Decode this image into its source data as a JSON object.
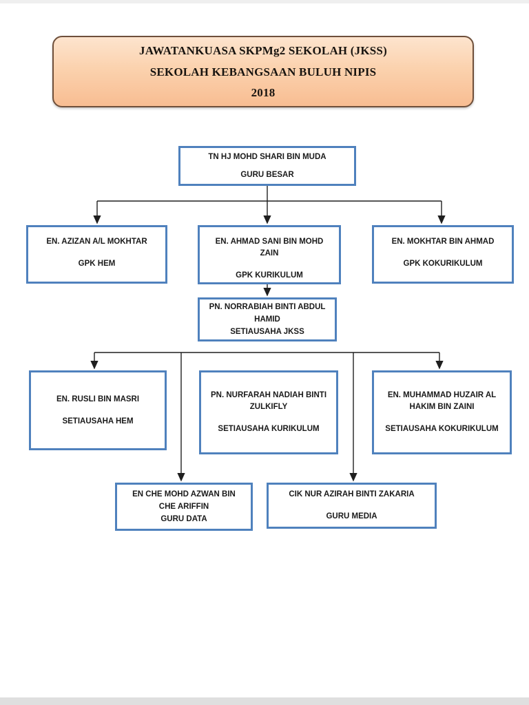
{
  "title": {
    "lines": [
      "JAWATANKUASA SKPMg2 SEKOLAH (JKSS)",
      "SEKOLAH KEBANGSAAN BULUH NIPIS",
      "2018"
    ]
  },
  "org": {
    "nodes": [
      {
        "name": "TN HJ MOHD SHARI BIN MUDA",
        "role": "GURU BESAR"
      },
      {
        "name": "EN. AZIZAN A/L MOKHTAR",
        "role": "GPK HEM"
      },
      {
        "name": "EN. AHMAD SANI BIN MOHD ZAIN",
        "role": "GPK KURIKULUM"
      },
      {
        "name": "EN. MOKHTAR BIN AHMAD",
        "role": "GPK KOKURIKULUM"
      },
      {
        "name": "PN. NORRABIAH BINTI ABDUL HAMID",
        "role": "SETIAUSAHA JKSS"
      },
      {
        "name": "EN. RUSLI BIN MASRI",
        "role": "SETIAUSAHA HEM"
      },
      {
        "name": "PN. NURFARAH NADIAH BINTI ZULKIFLY",
        "role": "SETIAUSAHA KURIKULUM"
      },
      {
        "name": "EN. MUHAMMAD HUZAIR AL HAKIM BIN ZAINI",
        "role": "SETIAUSAHA KOKURIKULUM"
      },
      {
        "name": "EN CHE MOHD AZWAN BIN CHE ARIFFIN",
        "role": "GURU DATA"
      },
      {
        "name": "CIK NUR AZIRAH BINTI ZAKARIA",
        "role": "GURU MEDIA"
      }
    ]
  },
  "colors": {
    "node_border": "#4f81bd",
    "node_text": "#1a1a1a",
    "connector_line": "#1f1f1f",
    "title_border": "#6e4f3a",
    "title_gradient_top": "#fde4ce",
    "title_gradient_bottom": "#f8bd92",
    "title_text": "#181410",
    "page_background": "#ffffff"
  }
}
